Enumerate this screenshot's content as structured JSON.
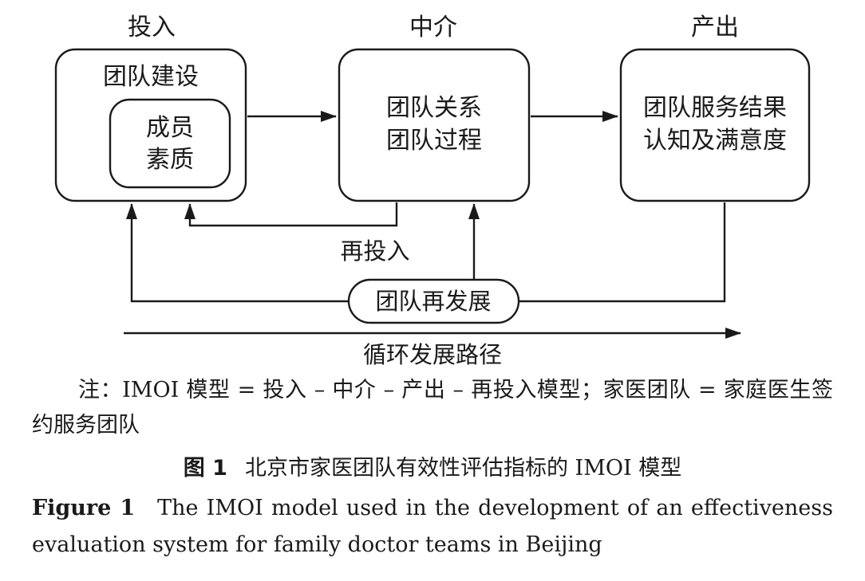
{
  "diagram": {
    "headers": {
      "input": "投入",
      "mediator": "中介",
      "output": "产出"
    },
    "box_input": {
      "title": "团队建设",
      "inner_line1": "成员",
      "inner_line2": "素质"
    },
    "box_mediator": {
      "line1": "团队关系",
      "line2": "团队过程"
    },
    "box_output": {
      "line1": "团队服务结果",
      "line2": "认知及满意度"
    },
    "reinput_label": "再投入",
    "redevelop_label": "团队再发展",
    "cycle_label": "循环发展路径"
  },
  "note": "注：IMOI 模型 = 投入 – 中介 – 产出 – 再投入模型；家医团队 = 家庭医生签约服务团队",
  "caption_cn": {
    "label": "图 1",
    "text": "北京市家医团队有效性评估指标的 IMOI 模型"
  },
  "caption_en": {
    "label": "Figure 1",
    "line1": "The IMOI model used in the development of an effectiveness",
    "line2": "evaluation system for family doctor teams in Beijing"
  }
}
